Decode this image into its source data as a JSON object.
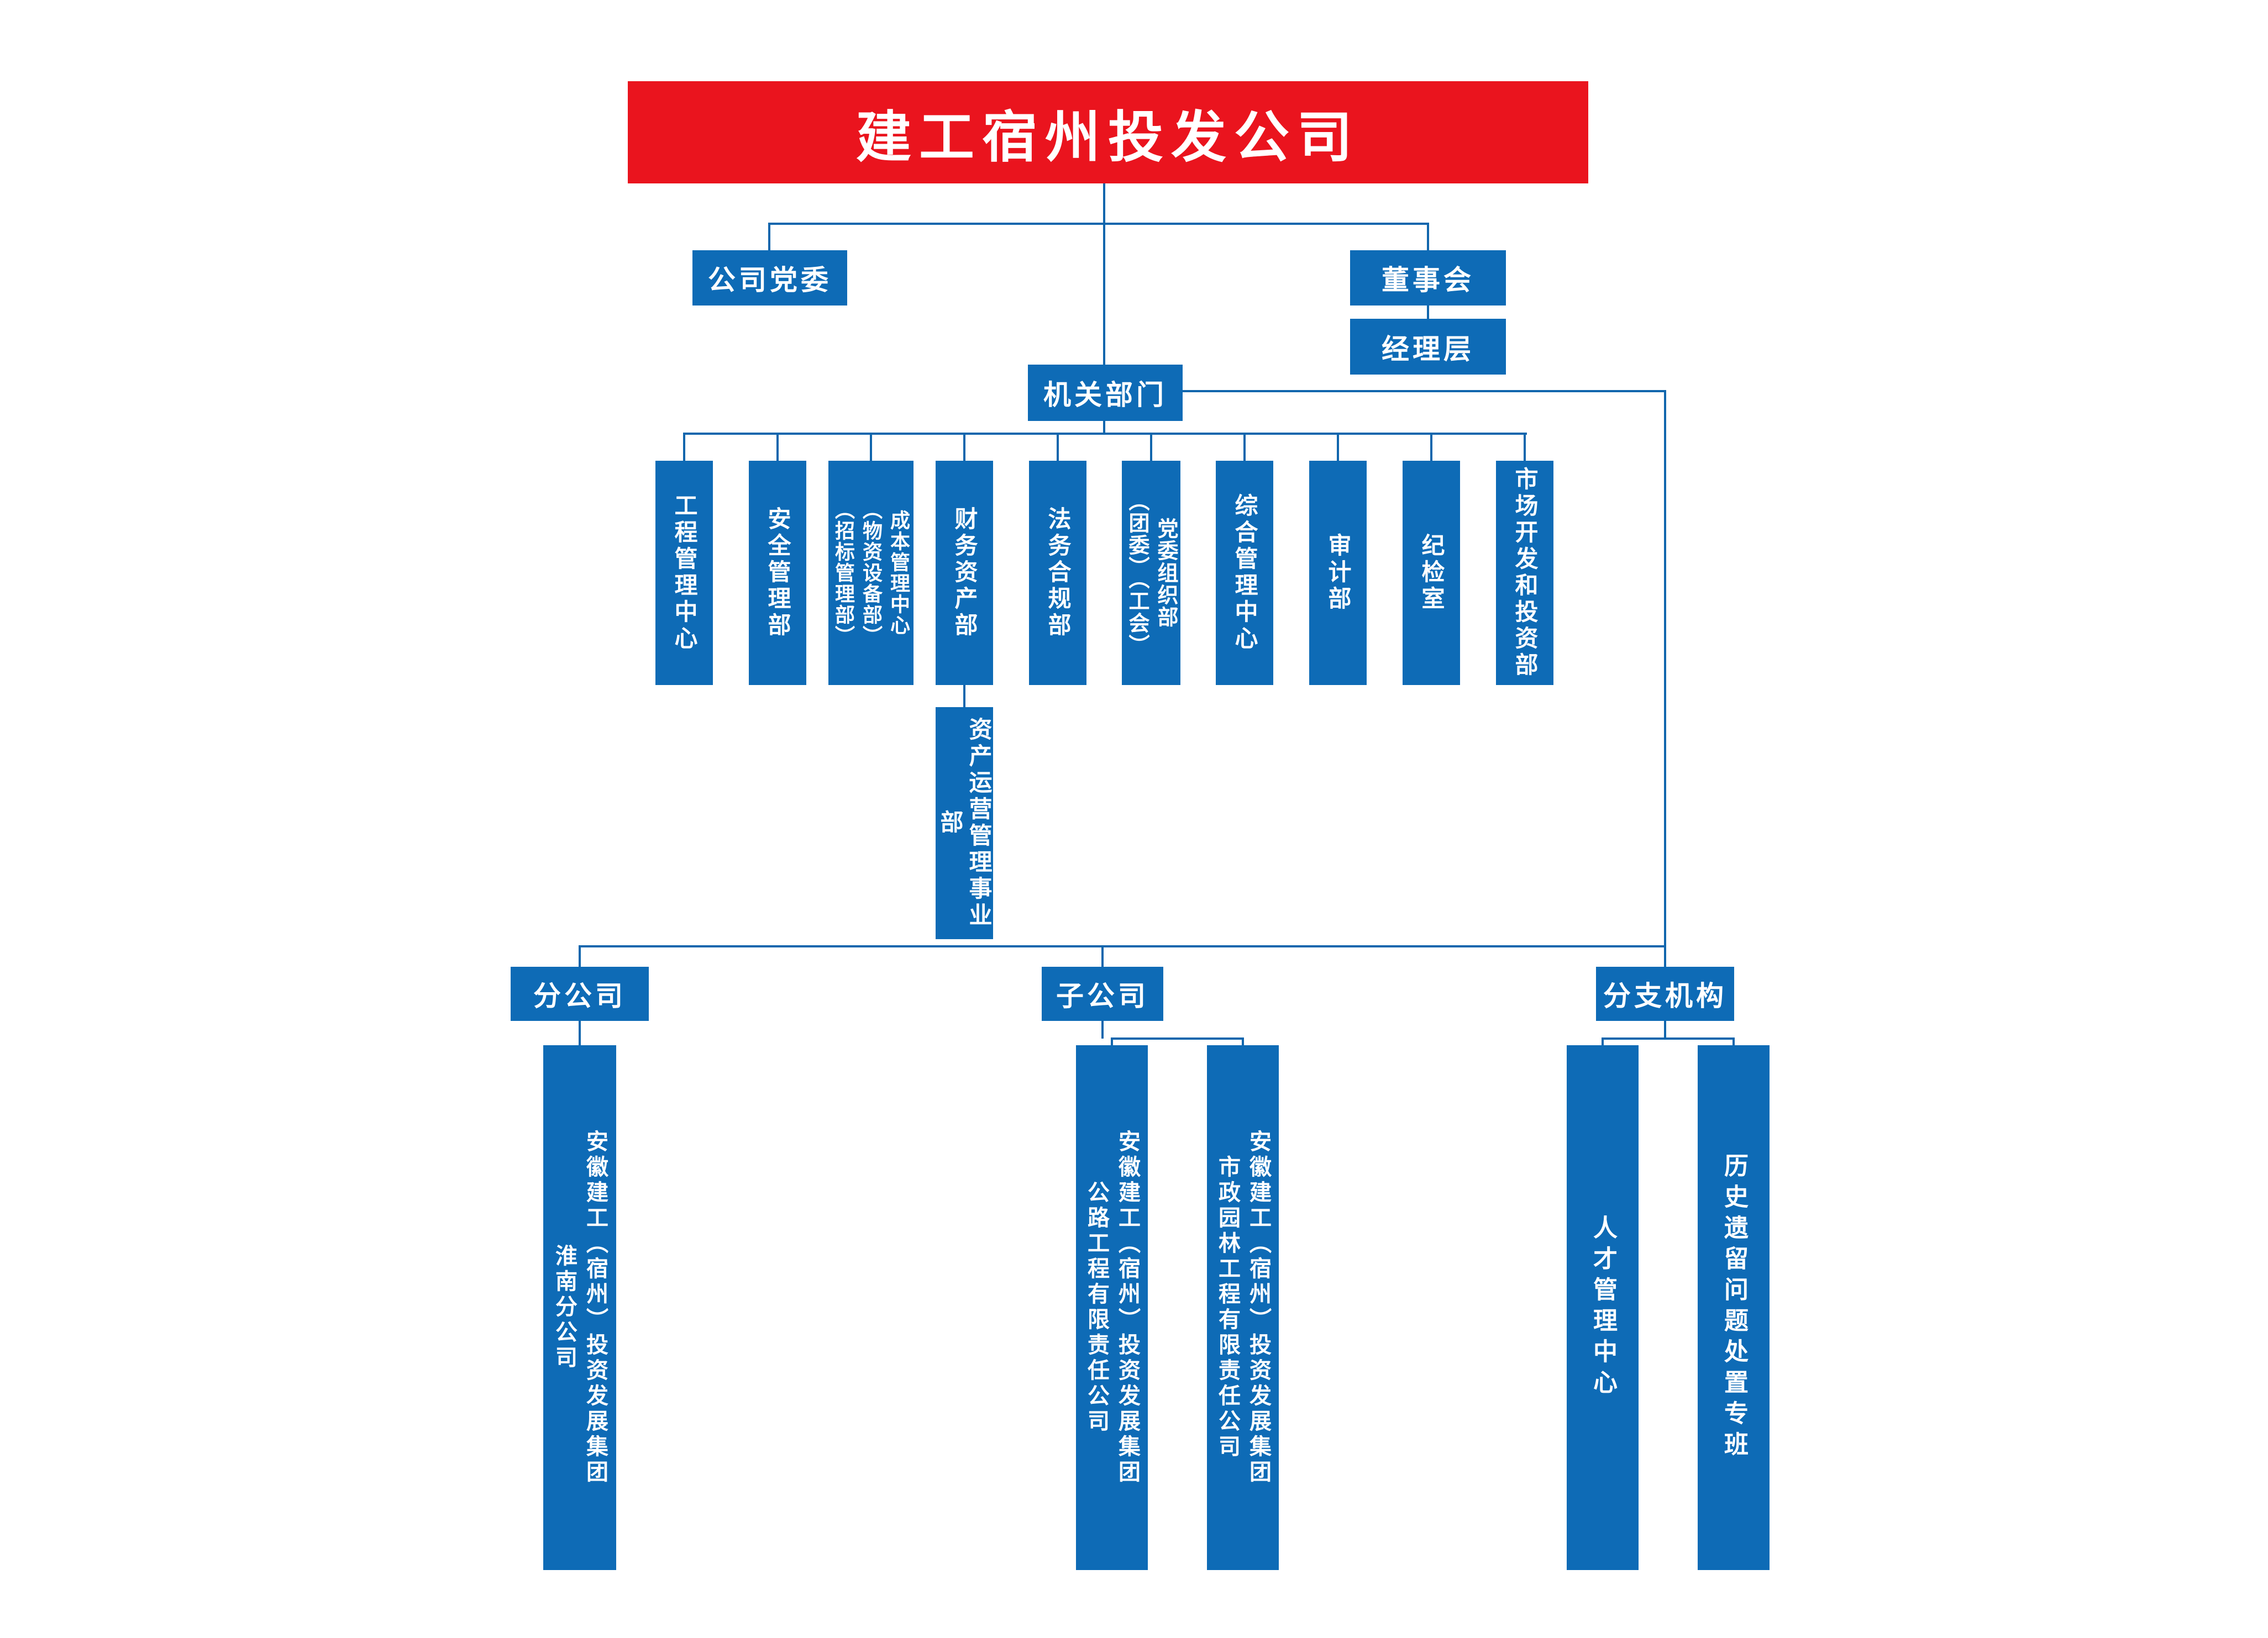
{
  "title": "建工宿州投发公司",
  "colors": {
    "banner_red": "#ea141e",
    "box_blue": "#0e6bb6",
    "line_blue": "#1166ad",
    "text_white": "#ffffff"
  },
  "governance": {
    "party_committee": "公司党委",
    "board": "董事会",
    "management": "经理层"
  },
  "organ_header": "机关部门",
  "departments": [
    {
      "label": "工程管理中心"
    },
    {
      "label": "安全管理部"
    },
    {
      "label": "成本管理中心\n（物资设备部）\n（招标管理部）"
    },
    {
      "label": "财务资产部"
    },
    {
      "label": "法务合规部"
    },
    {
      "label": "党委组织部\n（团委）（工会）"
    },
    {
      "label": "综合管理中心"
    },
    {
      "label": "审计部"
    },
    {
      "label": "纪检室"
    },
    {
      "label": "市场开发和投资部"
    }
  ],
  "asset_ops": "资产运营管理事业部",
  "branch": {
    "header": "分公司",
    "company": "安徽建工（宿州）投资发展集团\n淮南分公司"
  },
  "subsidiaries": {
    "header": "子公司",
    "companies": [
      "安徽建工（宿州）投资发展集团\n公路工程有限责任公司",
      "安徽建工（宿州）投资发展集团\n市政园林工程有限责任公司"
    ]
  },
  "branch_orgs": {
    "header": "分支机构",
    "units": [
      "人才管理中心",
      "历史遗留问题处置专班"
    ]
  }
}
